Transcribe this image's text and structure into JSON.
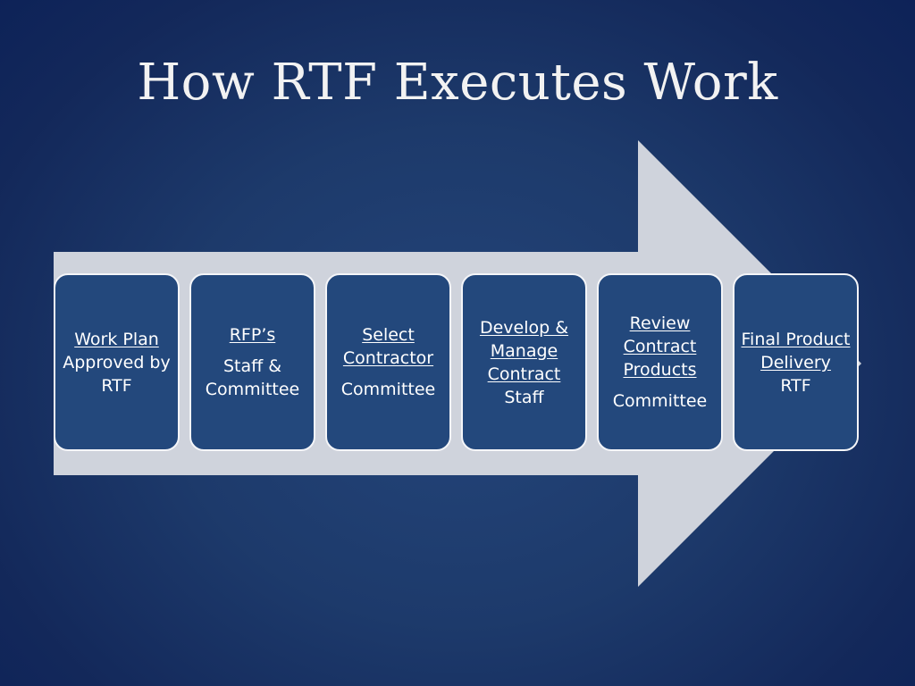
{
  "title": "How RTF Executes Work",
  "steps": [
    {
      "link": "Work Plan",
      "owner": "Approved by RTF"
    },
    {
      "link": "RFP’s",
      "owner": "Staff & Committee"
    },
    {
      "link": "Select Contractor",
      "owner": "Committee"
    },
    {
      "link": "Develop & Manage Contract",
      "owner": "Staff"
    },
    {
      "link": "Review Contract Products",
      "owner": "Committee"
    },
    {
      "link": "Final Product Delivery",
      "owner": "RTF"
    }
  ],
  "colors": {
    "background": "#1d3a6b",
    "arrow": "#cfd3dc",
    "box_fill": "#23487c",
    "box_border": "#f4f5f8",
    "text": "#ffffff"
  }
}
